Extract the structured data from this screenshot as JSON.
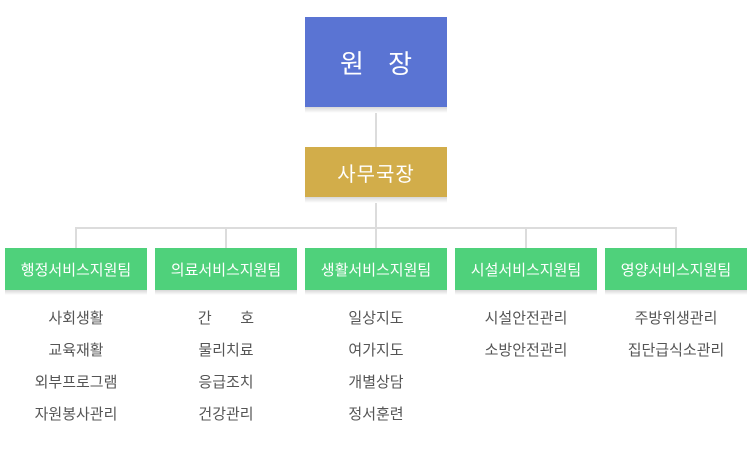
{
  "director": {
    "label": "원 장"
  },
  "secretary": {
    "label": "사무국장"
  },
  "teams": [
    {
      "name": "행정서비스지원팀",
      "items": [
        "사회생활",
        "교육재활",
        "외부프로그램",
        "자원봉사관리"
      ]
    },
    {
      "name": "의료서비스지원팀",
      "items": [
        "간      호",
        "물리치료",
        "응급조치",
        "건강관리"
      ]
    },
    {
      "name": "생활서비스지원팀",
      "items": [
        "일상지도",
        "여가지도",
        "개별상담",
        "정서훈련"
      ]
    },
    {
      "name": "시설서비스지원팀",
      "items": [
        "시설안전관리",
        "소방안전관리"
      ]
    },
    {
      "name": "영양서비스지원팀",
      "items": [
        "주방위생관리",
        "집단급식소관리"
      ]
    }
  ],
  "colors": {
    "director": "#5a74d3",
    "secretary": "#d2ad4a",
    "team": "#4fd17b",
    "connector": "#dcdcdc",
    "item_text": "#555555"
  }
}
